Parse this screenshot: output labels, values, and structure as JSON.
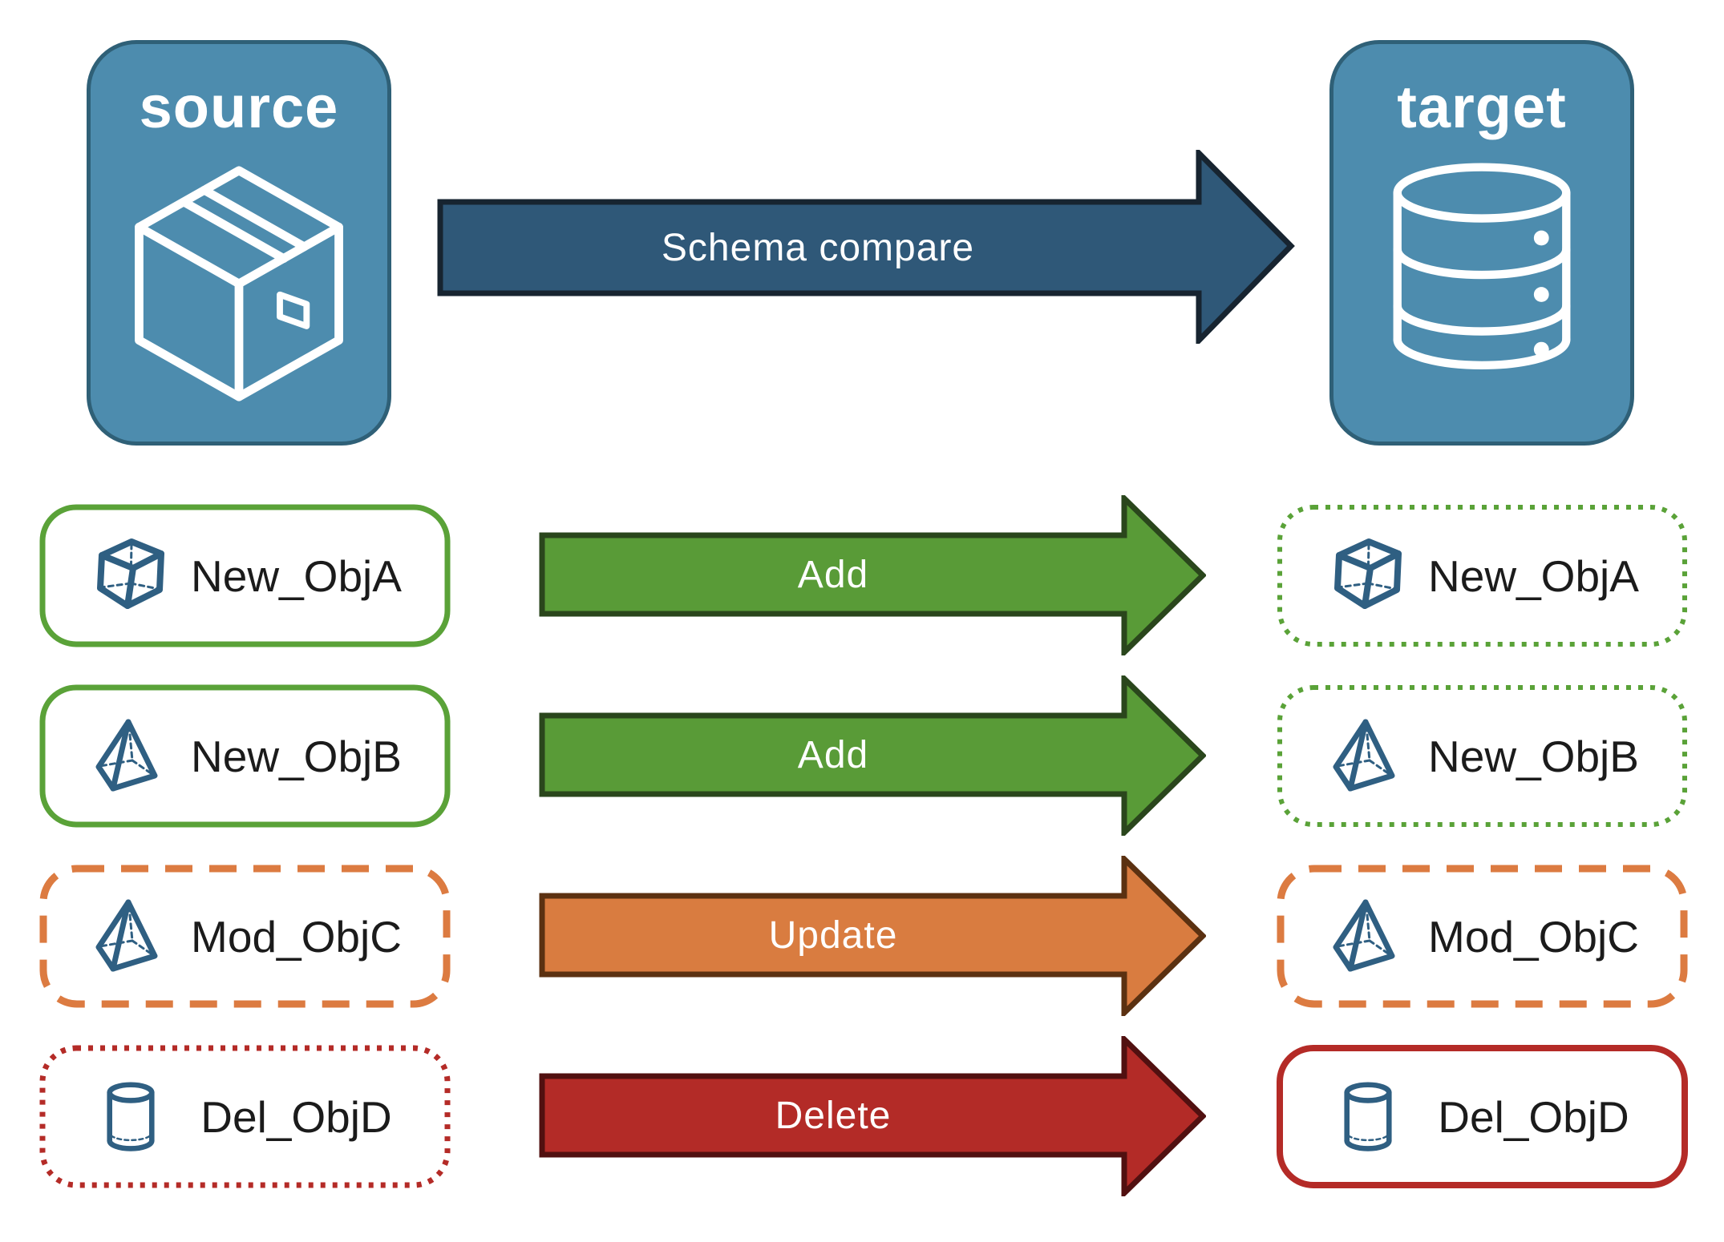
{
  "source": {
    "label": "source",
    "icon": "package"
  },
  "target": {
    "label": "target",
    "icon": "database"
  },
  "compare_arrow": {
    "label": "Schema compare"
  },
  "rows": [
    {
      "object": "New_ObjA",
      "action": "Add",
      "icon": "cube",
      "source_border": "green-solid",
      "target_border": "green-dotted"
    },
    {
      "object": "New_ObjB",
      "action": "Add",
      "icon": "pyramid",
      "source_border": "green-solid",
      "target_border": "green-dotted"
    },
    {
      "object": "Mod_ObjC",
      "action": "Update",
      "icon": "pyramid",
      "source_border": "orange-dashed",
      "target_border": "orange-dashed"
    },
    {
      "object": "Del_ObjD",
      "action": "Delete",
      "icon": "cylinder",
      "source_border": "red-dotted",
      "target_border": "red-solid"
    }
  ],
  "colors": {
    "node_fill": "#4D8CAE",
    "node_border": "#2F6077",
    "compare_arrow_fill": "#2F5878",
    "compare_arrow_border": "#172430",
    "add_arrow_fill": "#599B37",
    "add_arrow_border": "#2A461C",
    "update_arrow_fill": "#D97C40",
    "update_arrow_border": "#5B3111",
    "delete_arrow_fill": "#B32B27",
    "delete_arrow_border": "#511010",
    "green_border": "#5AA238",
    "orange_border": "#DC7B41",
    "red_border": "#B42B27",
    "object_icon_blue": "#2F5F82",
    "label_text": "#1B1B1B",
    "arrow_text": "#FFFFFF"
  }
}
